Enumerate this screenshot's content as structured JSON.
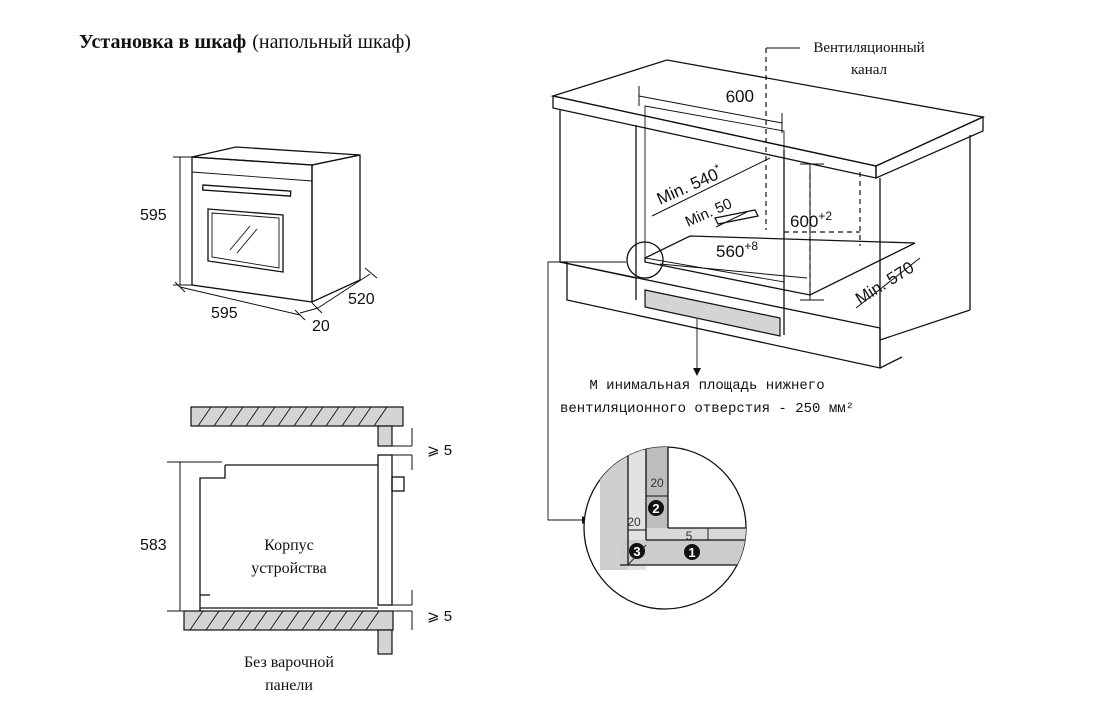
{
  "heading": {
    "bold": "Установка в шкаф",
    "normal": "(напольный шкаф)"
  },
  "oven_dims": {
    "height": "595",
    "width": "595",
    "depth": "520",
    "front": "20"
  },
  "side_section": {
    "height": "583",
    "gap_top": "⩾ 5",
    "gap_bottom": "⩾ 5",
    "body_label_line1": "Корпус",
    "body_label_line2": "устройства",
    "caption_line1": "Без варочной",
    "caption_line2": "панели"
  },
  "cabinet": {
    "width": "600",
    "min540_base": "Min. 540",
    "min540_sup": "*",
    "min50": "Min. 50",
    "height_base": "600",
    "height_sup": "+2",
    "inner_base": "560",
    "inner_sup": "+8",
    "depth": "Min. 570",
    "vent_channel_line1": "Вентиляционный",
    "vent_channel_line2": "канал",
    "vent_opening_line1": "М инимальная площадь нижнего",
    "vent_opening_line2": "вентиляционного отверстия - 250 мм²"
  },
  "detail": {
    "top": "20",
    "side": "20",
    "gap": "5",
    "badges": [
      "2",
      "3",
      "1"
    ]
  }
}
